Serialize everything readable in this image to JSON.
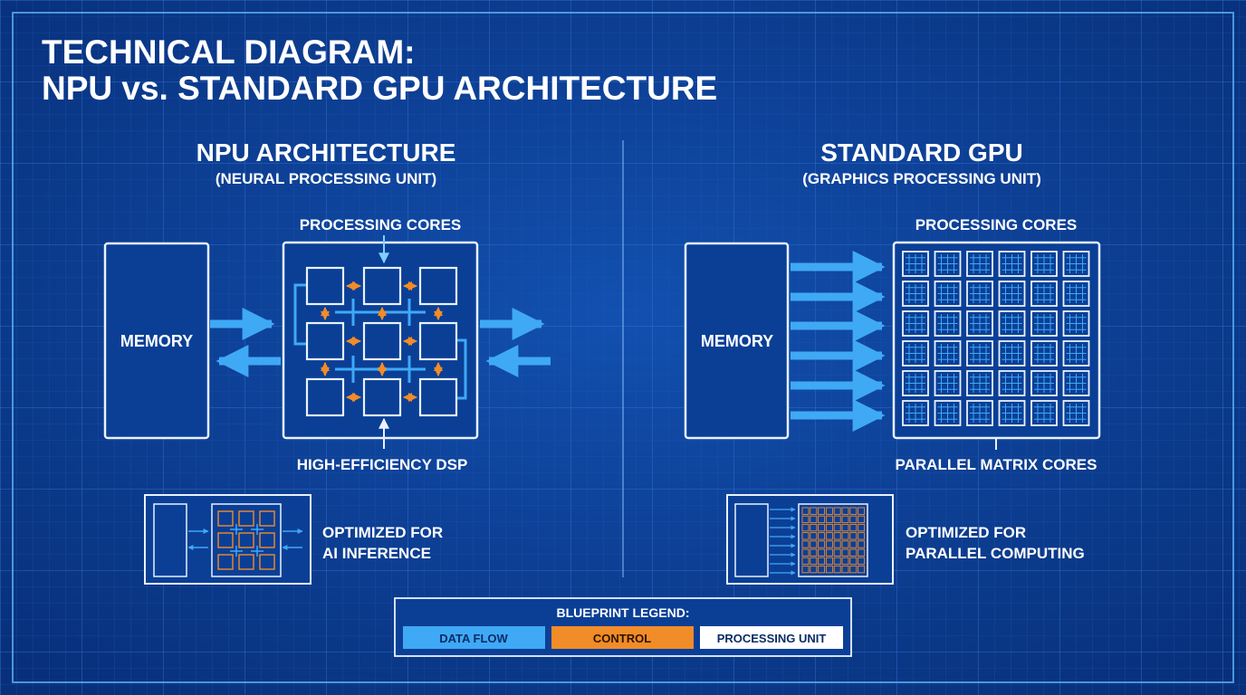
{
  "title": {
    "line1": "TECHNICAL DIAGRAM:",
    "line2": "NPU vs. STANDARD GPU ARCHITECTURE"
  },
  "npu": {
    "heading": "NPU ARCHITECTURE",
    "subheading": "(NEURAL PROCESSING UNIT)",
    "memory_label": "MEMORY",
    "cores_label": "PROCESSING CORES",
    "dsp_label": "HIGH-EFFICIENCY DSP",
    "optimized_line1": "OPTIMIZED FOR",
    "optimized_line2": "AI INFERENCE"
  },
  "gpu": {
    "heading": "STANDARD GPU",
    "subheading": "(GRAPHICS PROCESSING UNIT)",
    "memory_label": "MEMORY",
    "cores_label": "PROCESSING CORES",
    "matrix_label": "PARALLEL MATRIX CORES",
    "optimized_line1": "OPTIMIZED FOR",
    "optimized_line2": "PARALLEL COMPUTING"
  },
  "legend": {
    "title": "BLUEPRINT LEGEND:",
    "items": [
      {
        "label": "DATA FLOW",
        "color": "#3fa9f5"
      },
      {
        "label": "CONTROL",
        "color": "#f28c28"
      },
      {
        "label": "PROCESSING UNIT",
        "color": "#ffffff"
      }
    ]
  },
  "colors": {
    "background": "#0a3a8c",
    "line": "#e8f2ff",
    "data_flow": "#3fa9f5",
    "control": "#f28c28",
    "grid": "#2a63c2"
  }
}
